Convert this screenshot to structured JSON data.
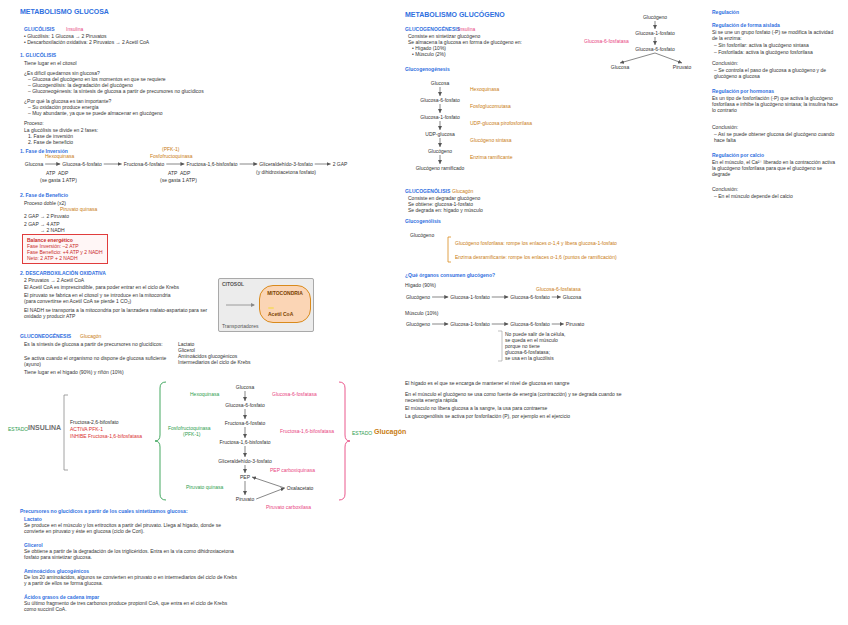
{
  "diagram": {
    "title": "METABOLISMO GLUCOSA",
    "nodes": [
      {
        "text": [
          "Balance energético",
          "Fase Inversión: –2 ATP",
          "Fase Beneficio: +4 ATP y 2 NADH",
          "Neto: 2 ATP + 2 NADH"
        ]
      },
      {
        "text": [
          "CITOSOL",
          "Transportadores"
        ]
      },
      {
        "text": [
          "MITOCONDRIA"
        ],
        "in": 1
      },
      {
        "text": [
          "Acetil CoA"
        ],
        "in": 2
      },
      {
        "text": [
          "Glucosa"
        ]
      },
      {
        "text": [
          "Glucosa-6-fosfato"
        ]
      },
      {
        "text": [
          "Fructosa-6-fosfato"
        ]
      },
      {
        "text": [
          "Fructosa-1,6-bisfosfato"
        ]
      },
      {
        "text": [
          "Gliceraldehído-3-fosfato"
        ]
      },
      {
        "text": [
          "2 GAP"
        ]
      },
      {
        "text": [
          "Glucosa"
        ]
      },
      {
        "text": [
          "Glucosa-6-fosfato"
        ]
      },
      {
        "text": [
          "Fructosa-6-fosfato"
        ]
      },
      {
        "text": [
          "Fructosa-1,6-bisfosfato"
        ]
      },
      {
        "text": [
          "Gliceraldehído-3-fosfato"
        ]
      },
      {
        "text": [
          "PEP"
        ]
      },
      {
        "text": [
          "Oxalacetato"
        ]
      },
      {
        "text": [
          "Piruvato"
        ]
      },
      {
        "text": [
          "Glucosa"
        ]
      },
      {
        "text": [
          "Glucosa-6-fosfato"
        ]
      },
      {
        "text": [
          "Glucosa-1-fosfato"
        ]
      },
      {
        "text": [
          "UDP-glucosa"
        ]
      },
      {
        "text": [
          "Glucógeno"
        ]
      },
      {
        "text": [
          "Glucógeno ramificado"
        ]
      },
      {
        "text": [
          "Glucógeno"
        ]
      },
      {
        "text": [
          "Glucosa-1-fosfato"
        ]
      },
      {
        "text": [
          "Glucosa-6-fosfato"
        ]
      },
      {
        "text": [
          "Glucosa"
        ]
      },
      {
        "text": [
          "Glucógeno"
        ]
      },
      {
        "text": [
          "Glucosa-1-fosfato"
        ]
      },
      {
        "text": [
          "Glucosa-6-fosfato"
        ]
      },
      {
        "text": [
          "Piruvato"
        ]
      },
      {
        "text": [
          "Glucógeno"
        ]
      },
      {
        "text": [
          "Glucosa-1-fosfato"
        ]
      },
      {
        "text": [
          "Glucosa-6-fosfato"
        ]
      },
      {
        "text": [
          "Glucosa"
        ]
      },
      {
        "text": [
          "Piruvato"
        ]
      }
    ],
    "edges": [
      {
        "from": 4,
        "to": 5,
        "arrow": "to"
      },
      {
        "from": 5,
        "to": 6,
        "arrow": "to"
      },
      {
        "from": 6,
        "to": 7,
        "arrow": "to"
      },
      {
        "from": 7,
        "to": 8,
        "arrow": "to"
      },
      {
        "from": 8,
        "to": 9,
        "arrow": "to"
      },
      {
        "from": 10,
        "to": 11,
        "arrow": "to"
      },
      {
        "from": 11,
        "to": 12,
        "arrow": "to"
      },
      {
        "from": 12,
        "to": 13,
        "arrow": "to"
      },
      {
        "from": 13,
        "to": 14,
        "arrow": "to"
      },
      {
        "from": 14,
        "to": 15,
        "arrow": "to"
      },
      {
        "from": 15,
        "to": 17,
        "arrow": "to"
      },
      {
        "from": 17,
        "to": 16,
        "arrow": "to"
      },
      {
        "from": 16,
        "to": 15,
        "arrow": "to"
      },
      {
        "from": 18,
        "to": 19,
        "arrow": "to"
      },
      {
        "from": 19,
        "to": 20,
        "arrow": "to"
      },
      {
        "from": 20,
        "to": 21,
        "arrow": "to"
      },
      {
        "from": 21,
        "to": 22,
        "arrow": "to"
      },
      {
        "from": 22,
        "to": 23,
        "arrow": "to"
      },
      {
        "from": 24,
        "to": 25,
        "arrow": "to"
      },
      {
        "from": 25,
        "to": 26,
        "arrow": "to"
      },
      {
        "from": 26,
        "to": 27,
        "arrow": "to"
      },
      {
        "from": 28,
        "to": 29,
        "arrow": "to"
      },
      {
        "from": 29,
        "to": 30,
        "arrow": "to"
      },
      {
        "from": 30,
        "to": 31,
        "arrow": "to"
      },
      {
        "from": 32,
        "to": 33,
        "arrow": "to"
      },
      {
        "from": 33,
        "to": 34,
        "arrow": "to"
      },
      {
        "from": 34,
        "to": 35,
        "arrow": "to"
      },
      {
        "from": 34,
        "to": 36,
        "arrow": "to"
      }
    ],
    "labels": [
      "GLUCÓLISIS",
      "Insulina",
      "• Glucólisis: 1 Glucosa → 2 Piruvatos",
      "• Descarboxilación oxidativa: 2 Piruvatos → 2 Acetil CoA",
      "1. GLUCÓLISIS",
      "Tiene lugar en el citosol",
      "¿Es difícil quedarnos sin glucosa?",
      "– Glucosa del glucógeno en los momentos en que se requiere",
      "– Glucogenólisis: la degradación del glucógeno",
      "– Gluconeogénesis: la síntesis de glucosa a partir de precursores no glucídicos",
      "¿Por qué la glucosa es tan importante?",
      "– Su oxidación produce energía",
      "– Muy abundante, ya que se puede almacenar en glucógeno",
      "Proceso:",
      "La glucólisis se divide en 2 fases:",
      "1. Fase de inversión",
      "2. Fase de beneficio",
      "1. Fase de Inversión",
      "Hexoquinasa",
      "(PFK-1)",
      "Fosfofructoquinasa",
      "ATP",
      "ADP",
      "(se gasta 1 ATP)",
      "ATP",
      "ADP",
      "(se gasta 1 ATP)",
      "(y dihidroxiacetona fosfato)",
      "2. Fase de Beneficio",
      "Proceso doble (x2)",
      "Piruvato quinasa",
      "2 GAP → 2 Piruvato",
      "2 GAP → 4 ATP",
      "→ 2 NADH",
      "2. DESCARBOXILACIÓN OXIDATIVA",
      "2 Piruvatos → 2 Acetil CoA",
      "El Acetil CoA es imprescindible, para poder entrar en el ciclo de Krebs",
      "El piruvato se fabrica en el citosol y se introduce en la mitocondria",
      "(para convertirse en Acetil CoA se pierde 1 CO₂)",
      "El NADH se transporta a la mitocondria por la lanzadera malato-aspartato para ser oxidado y producir ATP",
      "GLUCONEOGÉNESIS",
      "Glucagón",
      "Es la síntesis de glucosa a partir de precursores no glucídicos:",
      "Se activa cuando el organismo no dispone de glucosa suficiente (ayuno)",
      "Tiene lugar en el hígado (90%) y riñón (10%)",
      "Lactato",
      "Glicerol",
      "Aminoácidos glucogénicos",
      "Intermediarios del ciclo de Krebs",
      "ESTADO",
      "INSULINA",
      "Fructosa-2,6-bifosfato",
      "ACTIVA PFK-1",
      "INHIBE Fructosa-1,6-bifosfatasa",
      "Hexoquinasa",
      "Fosfofructoquinasa",
      "(PFK-1)",
      "Piruvato quinasa",
      "Glucosa-6-fosfatasa",
      "Fructosa-1,6-bifosfatasa",
      "PEP carboxiquinasa",
      "Piruvato carboxilasa",
      "ESTADO",
      "Glucagón",
      "Precursores no glucídicos a partir de los cuales sintetizamos glucosa:",
      "Lactato",
      "Se produce en el músculo y los eritrocitos a partir del piruvato. Llega al hígado, donde se convierte en piruvato y éste en glucosa (ciclo de Cori).",
      "Glicerol",
      "Se obtiene a partir de la degradación de los triglicéridos. Entra en la vía como dihidroxiacetona fosfato para sintetizar glucosa.",
      "Aminoácidos glucogénicos",
      "De los 20 aminoácidos, algunos se convierten en piruvato o en intermediarios del ciclo de Krebs y a partir de ellos se forma glucosa.",
      "Ácidos grasos de cadena impar",
      "Su último fragmento de tres carbonos produce propionil CoA, que entra en el ciclo de Krebs como succinil CoA.",
      "METABOLISMO GLUCÓGENO",
      "GLUCOGENOGÉNESIS",
      "Insulina",
      "Consiste en sintetizar glucógeno",
      "Se almacena la glucosa en forma de glucógeno en:",
      "• Hígado (10%)",
      "• Músculo (2%)",
      "Glucogenogénesis",
      "Hexoquinasa",
      "Fosfoglucomutasa",
      "UDP-glucosa pirofosforilasa",
      "Glucógeno sintasa",
      "Enzima ramificante",
      "GLUCOGENÓLISIS",
      "Glucagón",
      "Consiste en degradar glucógeno",
      "Se obtiene: glucosa-1-fosfato",
      "Se degrada en: hígado y músculo",
      "Glucogenólisis",
      "Glucógeno",
      "Glucógeno fosforilasa: rompe los enlaces α-1,4 y libera glucosa-1-fosfato",
      "Enzima desramificante: rompe los enlaces α-1,6 (puntos de ramificación)",
      "¿Qué órganos consumen glucógeno?",
      "Hígado (90%)",
      "Glucosa-6-fosfatasa",
      "Músculo (10%)",
      "No puede salir de la célula,",
      "se queda en el músculo",
      "porque no tiene",
      "glucosa-6-fosfatasa;",
      "se usa en la glucólisis",
      "El hígado es el que se encarga de mantener el nivel de glucosa en sangre",
      "En el músculo el glucógeno se usa como fuente de energía (contracción) y se degrada cuando se necesita energía rápida",
      "El músculo no libera glucosa a la sangre, la usa para contraerse",
      "La glucogenólisis se activa por fosforilación (P), por ejemplo en el ejercicio",
      "Glucosa-6-fosfatasa",
      "Regulación",
      "Regulación de forma aislada",
      "Si se une un grupo fosfato (-P) se modifica la actividad de la enzima:",
      "– Sin fosforilar: activa la glucógeno sintasa",
      "– Fosforilada: activa la glucógeno fosforilasa",
      "Conclusión:",
      "– Se controla el paso de glucosa a glucógeno y de glucógeno a glucosa",
      "Regulación por hormonas",
      "Es un tipo de fosforilación (-P) que activa la glucógeno fosforilasa e inhibe la glucógeno sintasa; la insulina hace lo contrario",
      "Conclusión:",
      "– Así se puede obtener glucosa del glucógeno cuando hace falta",
      "Regulación por calcio",
      "En el músculo, el Ca²⁺ liberado en la contracción activa la glucógeno fosforilasa para que el glucógeno se degrade",
      "Conclusión:",
      "– En el músculo depende del calcio"
    ]
  }
}
